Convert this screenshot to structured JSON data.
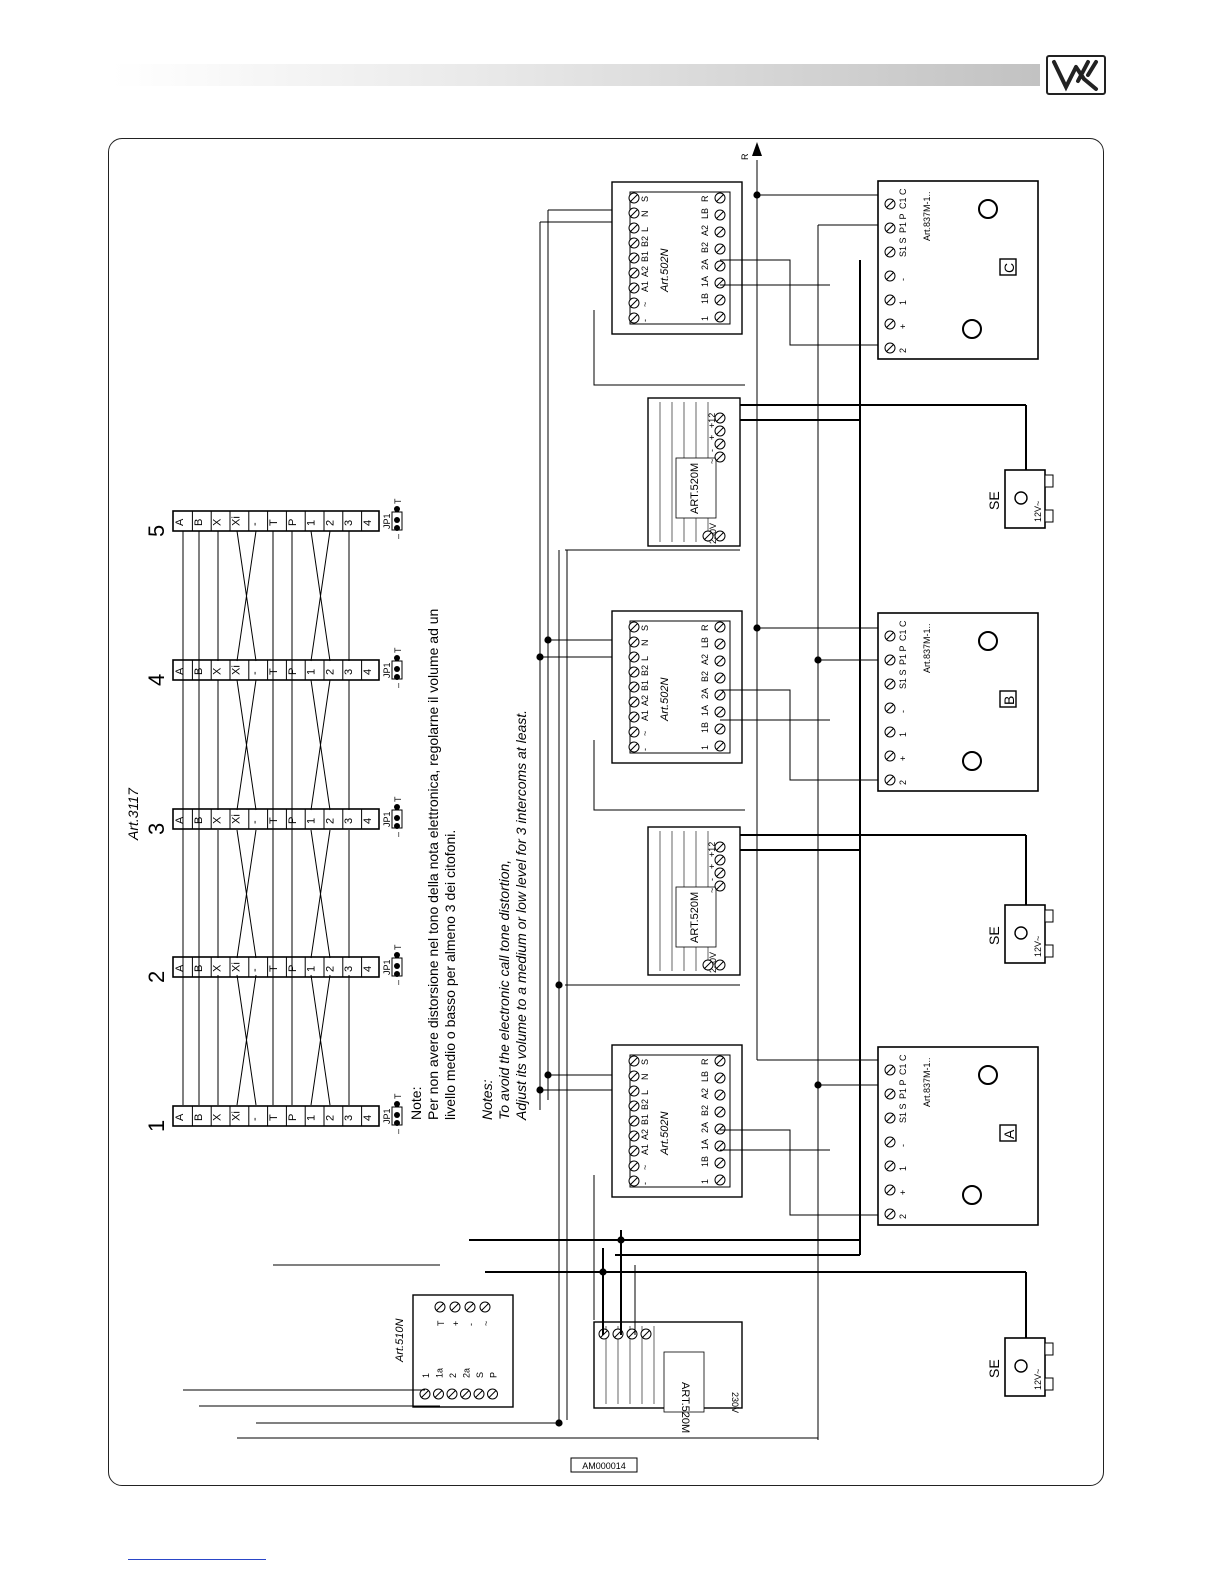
{
  "header": {
    "logo_text": "VX"
  },
  "diagram": {
    "title": "Art.3117",
    "code": "AM000014",
    "module_numbers": [
      "1",
      "2",
      "3",
      "4",
      "5"
    ],
    "terminal_labels": [
      "A",
      "B",
      "X",
      "Xi",
      "-",
      "T",
      "P",
      "1",
      "2",
      "3",
      "4"
    ],
    "jumper_label": "JP1",
    "jumper_minus": "–",
    "jumper_t": "T",
    "note_it": {
      "title": "Note:",
      "line1": "Per non avere distorsione nel tono della nota elettronica, regolarne il volume ad un",
      "line2": "livello medio o basso per almeno 3 dei citofoni."
    },
    "note_en": {
      "title": "Notes:",
      "line1": "To avoid the electronic call tone distortion,",
      "line2": "Adjust its volume to a medium or low level for 3 intercoms at least."
    },
    "art510": {
      "name": "Art.510N",
      "terminals": [
        "1",
        "1a",
        "2",
        "2a",
        "S",
        "P"
      ],
      "terminals_right": [
        "T",
        "+",
        "-",
        "~"
      ]
    },
    "art520": {
      "name": "ART.520M",
      "label_230": "230V",
      "label_0": "0",
      "label_12": "+12",
      "label_plus": "+",
      "label_minus": "-",
      "label_ac": "~"
    },
    "art502": {
      "name": "Art.502N",
      "top_terminals": [
        "S",
        "N",
        "L",
        "B2",
        "B1",
        "A2",
        "A1",
        "~",
        "-"
      ],
      "bottom_terminals": [
        "R",
        "LB",
        "A2",
        "B2",
        "2A",
        "1A",
        "1B",
        "1"
      ]
    },
    "art837": {
      "name": "Art.837M-1..",
      "terminals": [
        "2",
        "+",
        "1",
        "-",
        "S1 S",
        "P1 P",
        "C1 C"
      ],
      "letters": [
        "A",
        "B",
        "C"
      ]
    },
    "lock": {
      "label": "SE",
      "voltage": "12V~"
    },
    "riser_label": "R"
  }
}
